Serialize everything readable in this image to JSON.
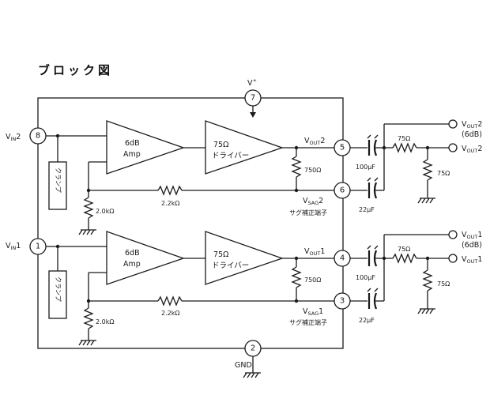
{
  "heading": "ブロック図",
  "supply": {
    "label": "V",
    "sup": "+",
    "pin": "7"
  },
  "ground": {
    "label": "GND",
    "pin": "2"
  },
  "channel2": {
    "input": {
      "label_main": "V",
      "label_sub": "IN",
      "label_suffix": "2",
      "pin": "8"
    },
    "clamp": "クランプ",
    "amp": {
      "line1": "6dB",
      "line2": "Amp"
    },
    "driver": {
      "line1": "75Ω",
      "line2": "ドライバー"
    },
    "vout": {
      "main": "V",
      "sub": "OUT",
      "suffix": "2",
      "pin": "5"
    },
    "vsag": {
      "main": "V",
      "sub": "SAG",
      "suffix": "2",
      "pin": "6",
      "note": "サグ補正端子"
    },
    "r_internal": "750Ω",
    "r_sag": "2.2kΩ",
    "r_bias": "2.0kΩ",
    "c_out": "100μF",
    "c_sag": "22μF",
    "r_series": "75Ω",
    "r_load": "75Ω",
    "out_6db": {
      "main": "V",
      "sub": "OUT",
      "suffix": "2",
      "note": "(6dB)"
    },
    "out": {
      "main": "V",
      "sub": "OUT",
      "suffix": "2"
    }
  },
  "channel1": {
    "input": {
      "label_main": "V",
      "label_sub": "IN",
      "label_suffix": "1",
      "pin": "1"
    },
    "clamp": "クランプ",
    "amp": {
      "line1": "6dB",
      "line2": "Amp"
    },
    "driver": {
      "line1": "75Ω",
      "line2": "ドライバー"
    },
    "vout": {
      "main": "V",
      "sub": "OUT",
      "suffix": "1",
      "pin": "4"
    },
    "vsag": {
      "main": "V",
      "sub": "SAG",
      "suffix": "1",
      "pin": "3",
      "note": "サグ補正端子"
    },
    "r_internal": "750Ω",
    "r_sag": "2.2kΩ",
    "r_bias": "2.0kΩ",
    "c_out": "100μF",
    "c_sag": "22μF",
    "r_series": "75Ω",
    "r_load": "75Ω",
    "out_6db": {
      "main": "V",
      "sub": "OUT",
      "suffix": "1",
      "note": "(6dB)"
    },
    "out": {
      "main": "V",
      "sub": "OUT",
      "suffix": "1"
    }
  }
}
